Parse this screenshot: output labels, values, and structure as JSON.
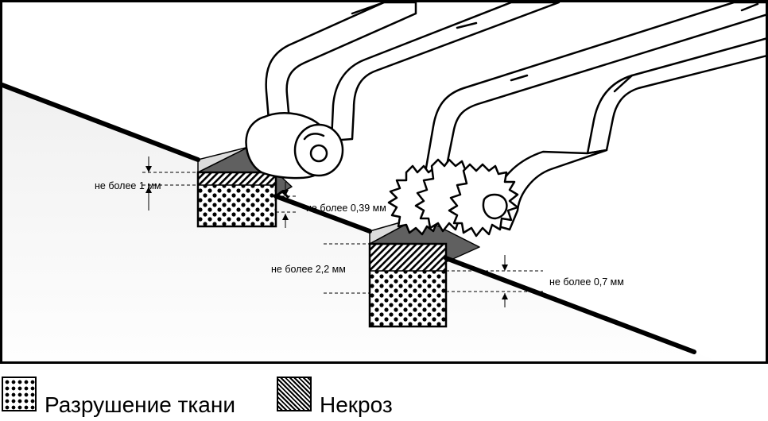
{
  "labels": {
    "depth_1": "не более 1 мм",
    "depth_2": "не более 0,39 мм",
    "depth_3": "не более 2,2 мм",
    "depth_4": "не более 0,7 мм"
  },
  "legend": {
    "tissue_destruction": "Разрушение ткани",
    "necrosis": "Некроз"
  },
  "icons": {
    "roller": "roller-electrode-icon",
    "gear": "gear-electrode-icon"
  }
}
